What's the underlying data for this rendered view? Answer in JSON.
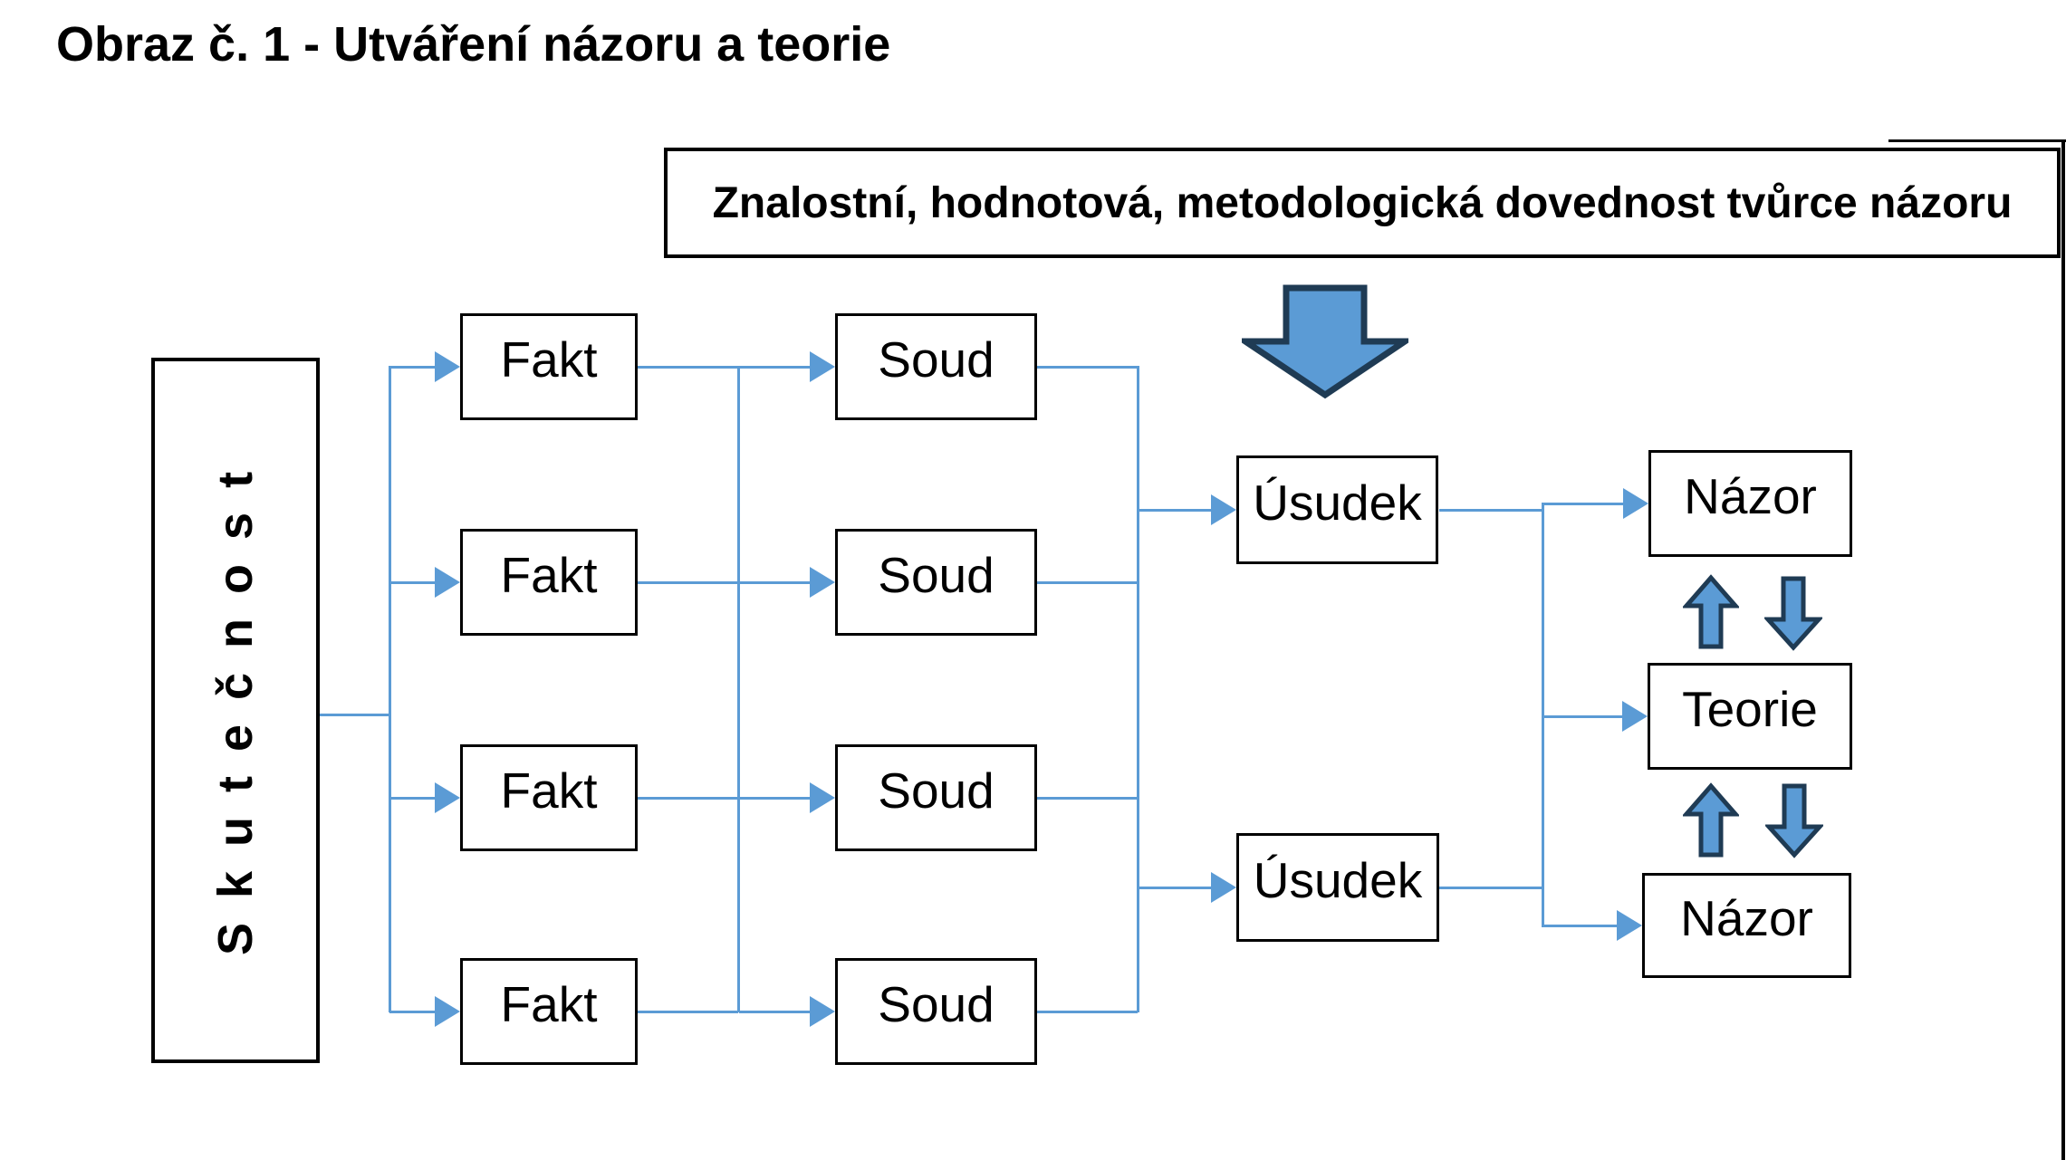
{
  "title": "Obraz č. 1 - Utváření názoru a teorie",
  "banner": {
    "label": "Znalostní, hodnotová, metodologická dovednost tvůrce názoru"
  },
  "diagram": {
    "source": {
      "label": "S k u t e č n o s t"
    },
    "fakt": [
      "Fakt",
      "Fakt",
      "Fakt",
      "Fakt"
    ],
    "soud": [
      "Soud",
      "Soud",
      "Soud",
      "Soud"
    ],
    "usudek": [
      "Úsudek",
      "Úsudek"
    ],
    "nazor_top": "Názor",
    "teorie": "Teorie",
    "nazor_bottom": "Názor"
  },
  "colors": {
    "connector": "#5B9BD5",
    "arrow_fill": "#5B9BD5",
    "arrow_stroke": "#1F3B54",
    "box_border": "#000000",
    "text": "#000000"
  }
}
